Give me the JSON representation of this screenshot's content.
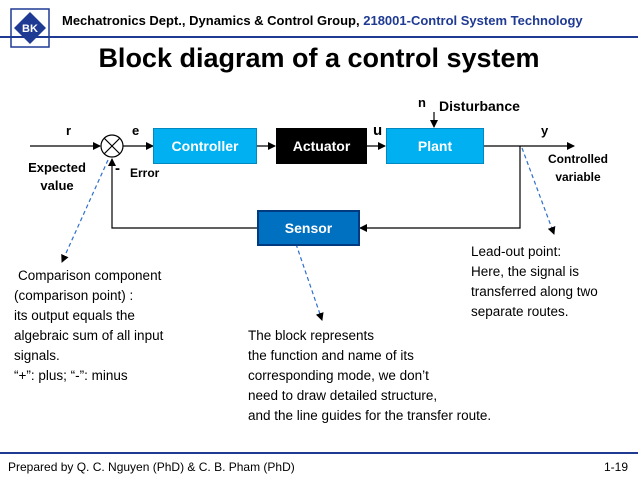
{
  "header": {
    "dept": "Mechatronics Dept., Dynamics & Control Group,",
    "course": "218001-Control System Technology",
    "logo_text": "BK"
  },
  "title": "Block diagram of a control system",
  "blocks": {
    "controller": "Controller",
    "actuator": "Actuator",
    "plant": "Plant",
    "sensor": "Sensor"
  },
  "signals": {
    "r": "r",
    "e": "e",
    "u": "u",
    "n": "n",
    "y": "y",
    "disturbance": "Disturbance",
    "expected_1": "Expected",
    "expected_2": "value",
    "minus": "-",
    "error": "Error",
    "controlled_1": "Controlled",
    "controlled_2": "variable"
  },
  "notes": {
    "comparison": [
      "Comparison component",
      "(comparison point) :",
      "its output equals the",
      "algebraic sum of all input",
      "signals.",
      "“+”: plus;  “-”: minus"
    ],
    "leadout": [
      "Lead-out point:",
      "Here, the signal is",
      "transferred along two",
      "separate routes."
    ],
    "block": [
      "The block represents",
      "the function and name of its",
      "corresponding mode, we don’t",
      "need to draw detailed structure,",
      "and the line guides for the transfer route."
    ]
  },
  "footer": {
    "left": "Prepared by Q. C. Nguyen (PhD) & C. B. Pham (PhD)",
    "right": "1-19"
  },
  "colors": {
    "cyan": "#00b0f0",
    "black": "#000000",
    "blue": "#0070c0",
    "navy": "#1f3a93"
  }
}
